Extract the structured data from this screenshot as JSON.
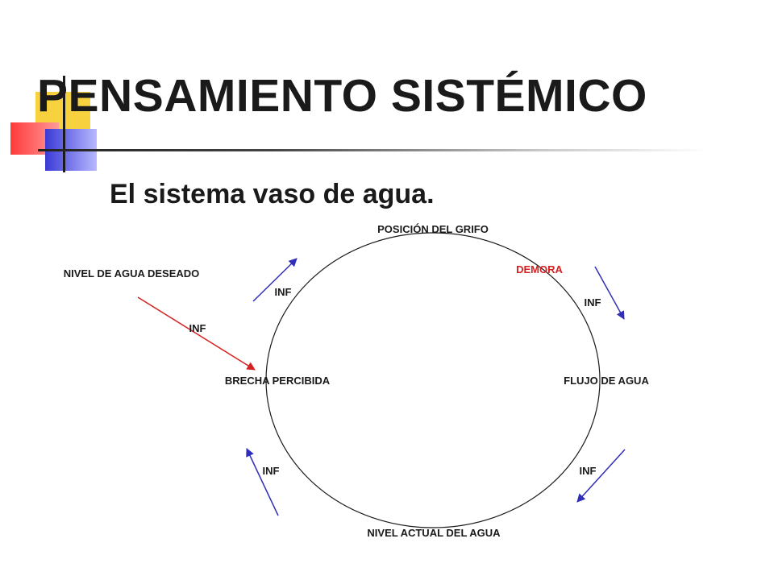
{
  "title": "PENSAMIENTO SISTÉMICO",
  "subtitle": "El sistema vaso de agua.",
  "nodes": {
    "top": "POSICIÓN DEL GRIFO",
    "left": "BRECHA PERCIBIDA",
    "right": "FLUJO DE AGUA",
    "bottom": "NIVEL ACTUAL DEL AGUA",
    "external": "NIVEL DE AGUA DESEADO"
  },
  "delay_label": "DEMORA",
  "link_labels": {
    "upper_left": "INF",
    "upper_right": "INF",
    "lower_right": "INF",
    "lower_left": "INF",
    "external": "INF"
  },
  "colors": {
    "loop_arrow": "#2e2eb8",
    "external_arrow": "#d42020",
    "delay": "#d42020",
    "circle": "#1a1a1a"
  }
}
